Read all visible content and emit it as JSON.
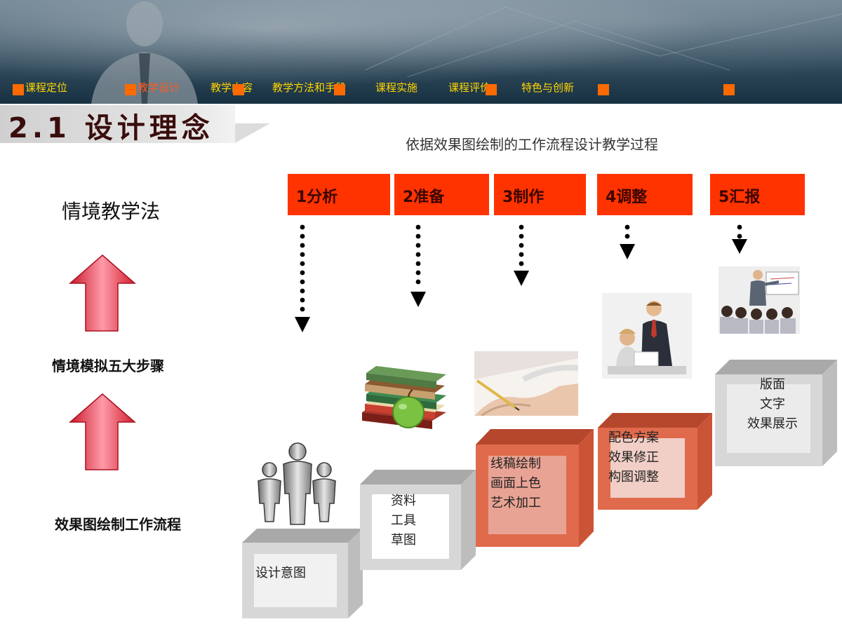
{
  "nav": {
    "items": [
      {
        "label": "课程定位",
        "active": false
      },
      {
        "label": "教学设计",
        "active": true
      },
      {
        "label": "教学内容",
        "active": false
      },
      {
        "label": "教学方法和手段",
        "active": false
      },
      {
        "label": "课程实施",
        "active": false
      },
      {
        "label": "课程评价",
        "active": false
      },
      {
        "label": "特色与创新",
        "active": false
      }
    ]
  },
  "page": {
    "title": "2.1 设计理念",
    "subtitle": "依据效果图绘制的工作流程设计教学过程"
  },
  "left": {
    "method": "情境教学法",
    "steps_label": "情境模拟五大步骤",
    "workflow_label": "效果图绘制工作流程"
  },
  "steps": [
    {
      "label": "1分析",
      "content": "设计意图"
    },
    {
      "label": "2准备",
      "content": "资料\n工具\n草图"
    },
    {
      "label": "3制作",
      "content": "线稿绘制\n画面上色\n艺术加工"
    },
    {
      "label": "4调整",
      "content": "配色方案\n效果修正\n构图调整"
    },
    {
      "label": "5汇报",
      "content": "版面\n文字\n效果展示"
    }
  ],
  "colors": {
    "accent": "#ff3300",
    "nav_text": "#ffd500",
    "nav_active": "#ff5a1f",
    "nav_marker": "#ff6a00",
    "title": "#3a0d0d",
    "stair_grey": "#cfcfcf",
    "stair_red": "#e06040"
  },
  "icons": [
    "people-figures-icon",
    "books-apple-icon",
    "drawing-hand-icon",
    "meeting-people-icon",
    "presentation-icon",
    "up-arrow-icon"
  ]
}
